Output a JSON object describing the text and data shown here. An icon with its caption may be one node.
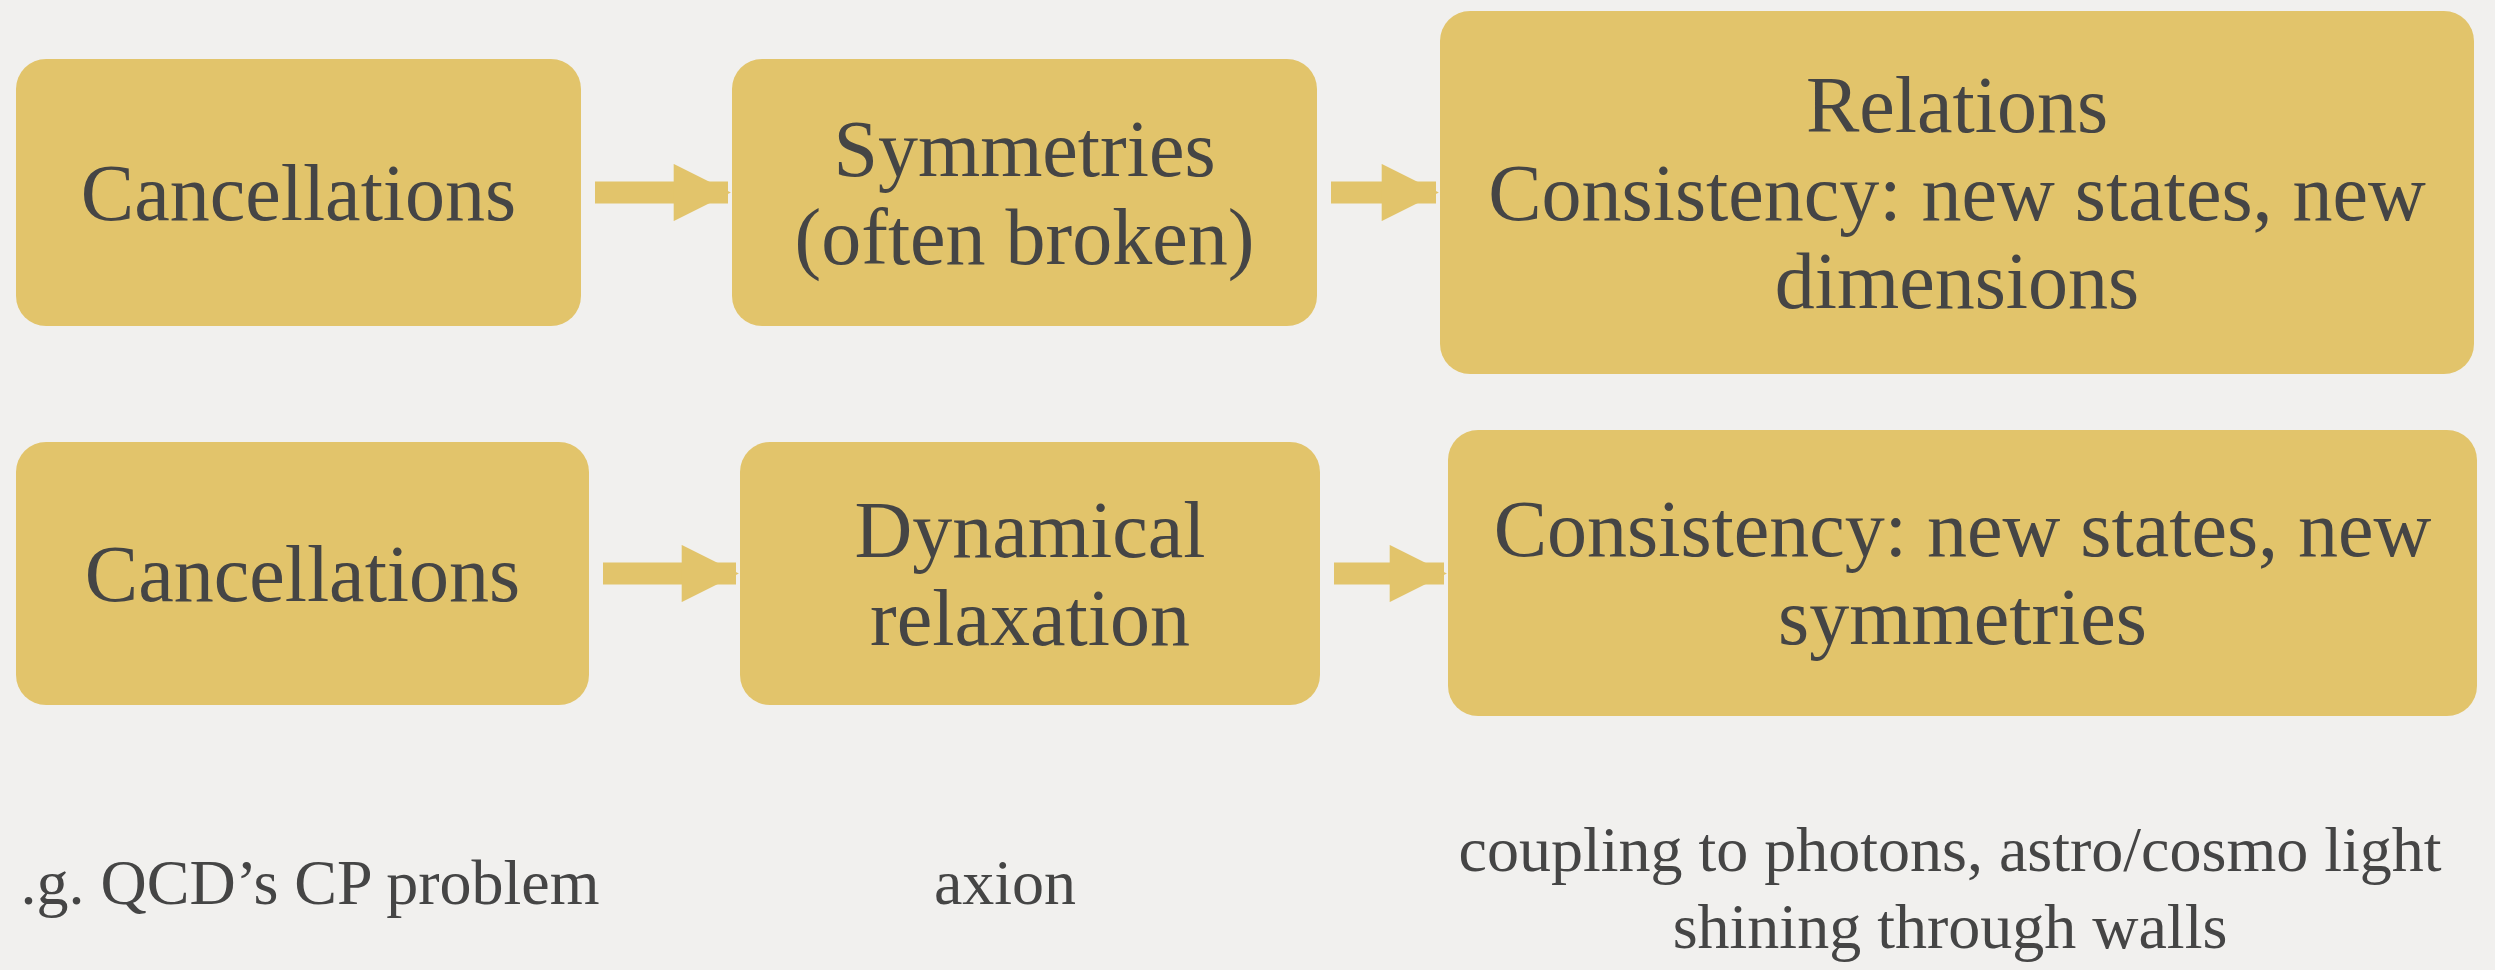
{
  "diagram": {
    "nodes": [
      {
        "text": [
          "Cancellations"
        ]
      },
      {
        "text": [
          "Symmetries (often broken)"
        ]
      },
      {
        "text": [
          "Relations",
          "Consistency: new states, new dimensions"
        ]
      },
      {
        "text": [
          "Cancellations"
        ]
      },
      {
        "text": [
          "Dynamical relaxation"
        ]
      },
      {
        "text": [
          "Consistency: new states, new symmetries"
        ]
      }
    ],
    "edges": [
      {
        "from": 0,
        "to": 1,
        "arrow": "to"
      },
      {
        "from": 1,
        "to": 2,
        "arrow": "to"
      },
      {
        "from": 3,
        "to": 4,
        "arrow": "to"
      },
      {
        "from": 4,
        "to": 5,
        "arrow": "to"
      }
    ],
    "labels": [
      ".g. QCD’s CP problem",
      "axion",
      "coupling to photons, astro/cosmo light shining through walls"
    ]
  }
}
